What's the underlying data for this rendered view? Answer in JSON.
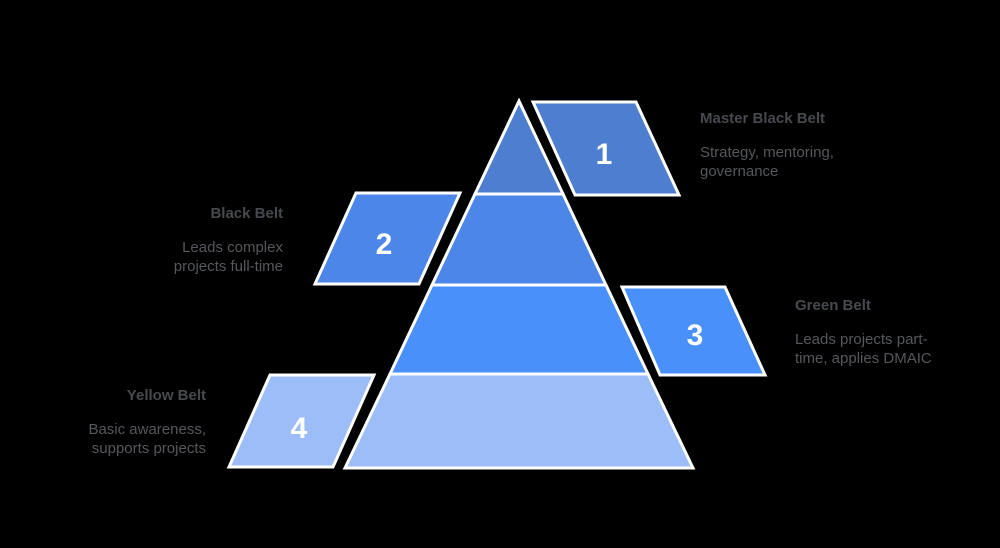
{
  "diagram": {
    "type": "pyramid",
    "subject": "Six Sigma belt hierarchy",
    "background_color": "#000000",
    "stroke_color": "#ffffff",
    "number_color": "#ffffff",
    "title_color": "#46494e",
    "desc_color": "#54575c",
    "levels": [
      {
        "number": "1",
        "name": "Master Black Belt",
        "desc_line1": "Strategy, mentoring,",
        "desc_line2": "governance",
        "color": "#4e7ecf",
        "side": "right"
      },
      {
        "number": "2",
        "name": "Black Belt",
        "desc_line1": "Leads complex",
        "desc_line2": "projects full-time",
        "color": "#4c86e8",
        "side": "left"
      },
      {
        "number": "3",
        "name": "Green Belt",
        "desc_line1": "Leads projects part-",
        "desc_line2": "time, applies DMAIC",
        "color": "#4a90fb",
        "side": "right"
      },
      {
        "number": "4",
        "name": "Yellow Belt",
        "desc_line1": "Basic awareness,",
        "desc_line2": "supports projects",
        "color": "#9cbdf8",
        "side": "left"
      }
    ]
  }
}
